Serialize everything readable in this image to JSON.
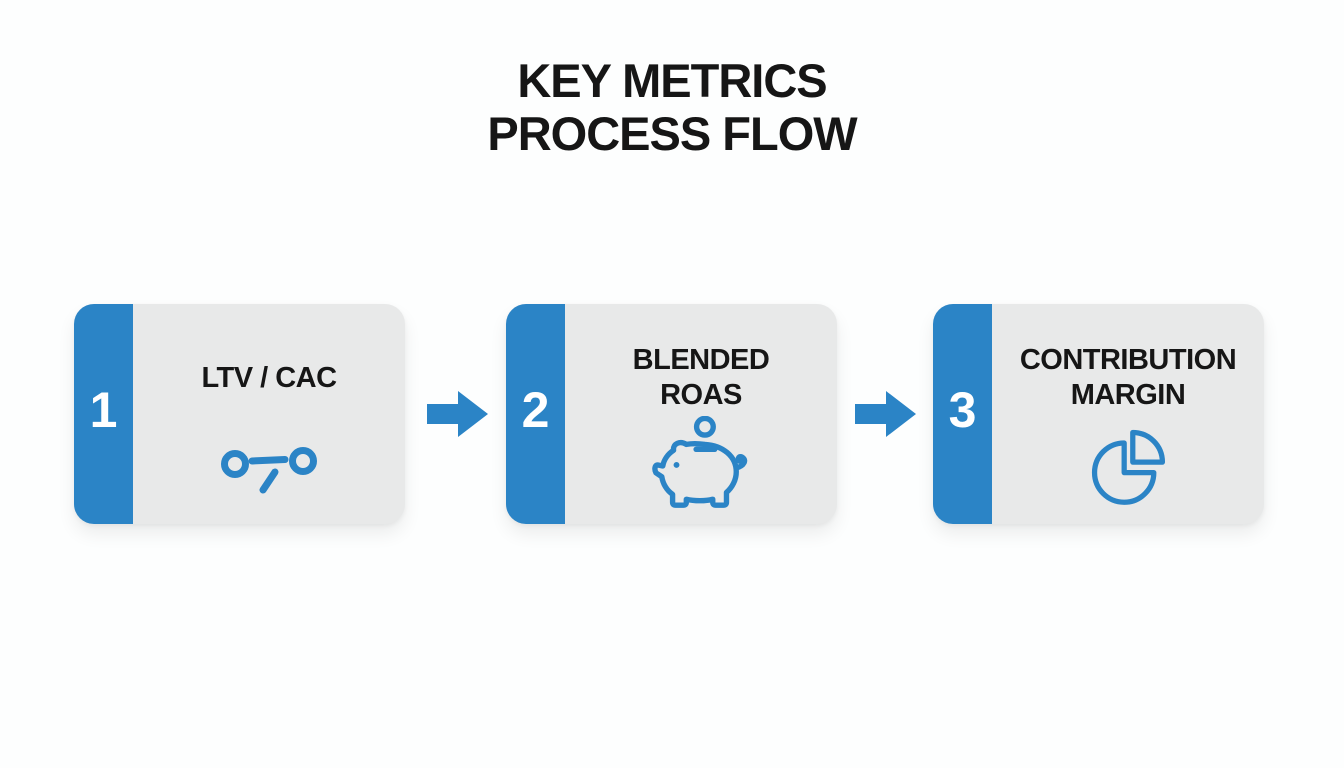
{
  "title": {
    "line1": "KEY METRICS",
    "line2": "PROCESS FLOW"
  },
  "colors": {
    "accent_blue": "#2B84C6",
    "card_gray": "#E8E9E9",
    "text_black": "#161616",
    "number_white": "#FFFFFF",
    "background": "#FDFEFE"
  },
  "steps": [
    {
      "number": "1",
      "label": "LTV / CAC",
      "icon": "ratio-divide-icon"
    },
    {
      "number": "2",
      "label": "BLENDED ROAS",
      "icon": "piggy-bank-icon"
    },
    {
      "number": "3",
      "label": "CONTRIBUTION MARGIN",
      "icon": "pie-chart-icon"
    }
  ],
  "connectors": [
    {
      "icon": "arrow-right-icon"
    },
    {
      "icon": "arrow-right-icon"
    }
  ]
}
